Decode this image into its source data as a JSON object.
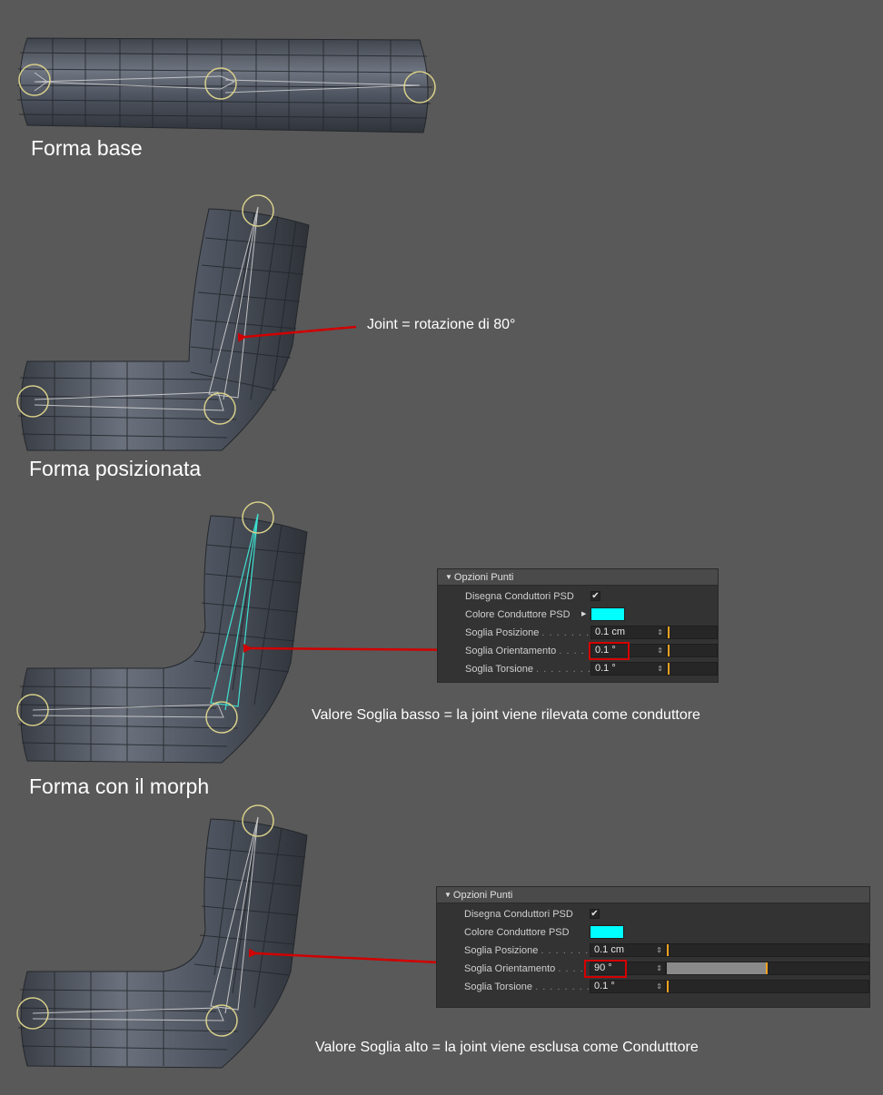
{
  "captions": {
    "forma_base": "Forma base",
    "forma_posizionata": "Forma posizionata",
    "forma_morph": "Forma con il morph"
  },
  "annotations": {
    "joint": "Joint = rotazione di 80°",
    "soglia_basso": "Valore Soglia basso = la joint viene rilevata come conduttore",
    "soglia_alto": "Valore Soglia alto = la joint viene esclusa come Condutttore"
  },
  "panel_low": {
    "header": "Opzioni Punti",
    "draw_label": "Disegna Conduttori PSD",
    "draw_checked": true,
    "color_label": "Colore Conduttore PSD",
    "color": "#00ffff",
    "pos_label": "Soglia Posizione",
    "pos_value": "0.1 cm",
    "orient_label": "Soglia Orientamento",
    "orient_value": "0.1 °",
    "orient_fraction": 0.0,
    "tors_label": "Soglia Torsione",
    "tors_value": "0.1 °"
  },
  "panel_high": {
    "header": "Opzioni Punti",
    "draw_label": "Disegna Conduttori PSD",
    "draw_checked": true,
    "color_label": "Colore Conduttore PSD",
    "color": "#00ffff",
    "pos_label": "Soglia Posizione",
    "pos_value": "0.1 cm",
    "orient_label": "Soglia Orientamento",
    "orient_value": "90 °",
    "orient_fraction": 0.5,
    "tors_label": "Soglia Torsione",
    "tors_value": "0.1 °"
  },
  "colors": {
    "background": "#595959",
    "mesh": "#4f5561",
    "arrow": "#d10000",
    "joint_ring": "#d8d08a",
    "highlight": "#d60000",
    "slider_knob": "#f0a020"
  },
  "icons": [
    "checkmark-icon",
    "dropdown-triangle-icon",
    "spin-arrows-icon",
    "red-arrow-icon",
    "joint-ring-icon"
  ]
}
